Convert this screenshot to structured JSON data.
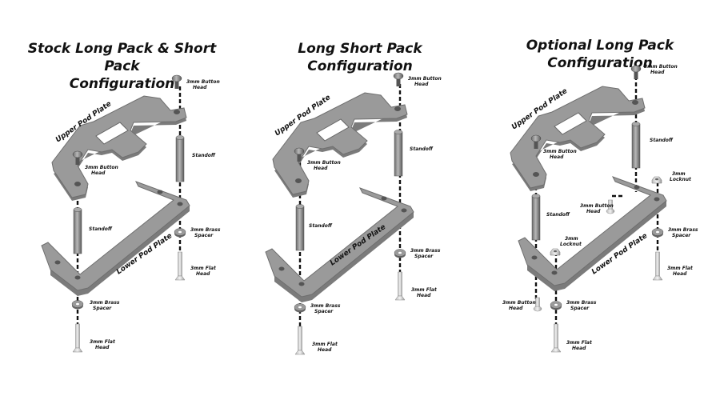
{
  "panels": [
    {
      "title_line1": "Stock Long Pack & Short Pack",
      "title_line2": "Configuration",
      "labels": {
        "upper_plate": "Upper Pod Plate",
        "lower_plate": "Lower Pod Plate",
        "top_screw": [
          "3mm Button",
          "Head"
        ],
        "inner_screw": [
          "3mm Button",
          "Head"
        ],
        "standoff_left": "Standoff",
        "standoff_right": "Standoff",
        "spacer_left": [
          "3mm Brass",
          "Spacer"
        ],
        "spacer_right": [
          "3mm Brass",
          "Spacer"
        ],
        "flat_left": [
          "3mm Flat",
          "Head"
        ],
        "flat_right": [
          "3mm Flat",
          "Head"
        ]
      }
    },
    {
      "title_line1": "Long Short Pack Configuration",
      "labels": {
        "upper_plate": "Upper Pod Plate",
        "lower_plate": "Lower Pod Plate",
        "top_screw": [
          "3mm Button",
          "Head"
        ],
        "inner_screw": [
          "3mm Button",
          "Head"
        ],
        "standoff_left": "Standoff",
        "standoff_right": "Standoff",
        "spacer_left": [
          "3mm Brass",
          "Spacer"
        ],
        "spacer_right": [
          "3mm Brass",
          "Spacer"
        ],
        "flat_left": [
          "3mm Flat",
          "Head"
        ],
        "flat_right": [
          "3mm Flat",
          "Head"
        ]
      }
    },
    {
      "title_line1": "Optional Long Pack Configuration",
      "labels": {
        "upper_plate": "Upper Pod Plate",
        "lower_plate": "Lower Pod Plate",
        "top_screw": [
          "3mm Button",
          "Head"
        ],
        "inner_screw": [
          "3mm Button",
          "Head"
        ],
        "standoff_left": "Standoff",
        "standoff_right": "Standoff",
        "locknut_left": [
          "3mm",
          "Locknut"
        ],
        "locknut_right": [
          "3mm",
          "Locknut"
        ],
        "loose_screw_mid": [
          "3mm Button",
          "Head"
        ],
        "loose_screw_low": [
          "3mm Button",
          "Head"
        ],
        "spacer_left": [
          "3mm Brass",
          "Spacer"
        ],
        "spacer_right": [
          "3mm Brass",
          "Spacer"
        ],
        "flat_left": [
          "3mm Flat",
          "Head"
        ],
        "flat_right": [
          "3mm Flat",
          "Head"
        ]
      }
    }
  ]
}
